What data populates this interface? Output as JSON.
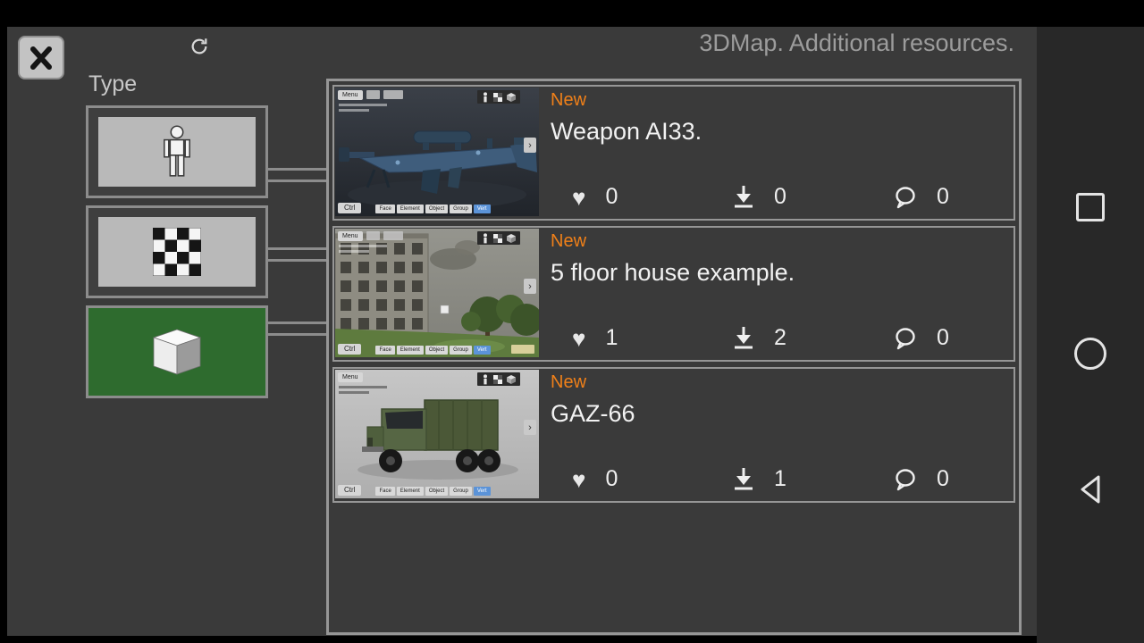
{
  "header": {
    "title": "3DMap. Additional resources."
  },
  "sidebar": {
    "label": "Type",
    "types": [
      {
        "id": "characters",
        "selected": false
      },
      {
        "id": "textures",
        "selected": false
      },
      {
        "id": "models",
        "selected": true
      }
    ]
  },
  "resources": {
    "items": [
      {
        "badge": "New",
        "title": "Weapon AI33.",
        "likes": 0,
        "downloads": 0,
        "comments": 0
      },
      {
        "badge": "New",
        "title": "5 floor house example.",
        "likes": 1,
        "downloads": 2,
        "comments": 0
      },
      {
        "badge": "New",
        "title": "GAZ-66",
        "likes": 0,
        "downloads": 1,
        "comments": 0
      }
    ]
  },
  "editor_chrome": {
    "menu_label": "Menu",
    "ctrl_label": "Ctrl",
    "tool_labels": [
      "Face",
      "Element",
      "Object",
      "Group",
      "Vert"
    ]
  },
  "colors": {
    "badge_orange": "#f08019",
    "selected_green": "#2e6b2e",
    "tool_active_blue": "#5b93d8"
  }
}
